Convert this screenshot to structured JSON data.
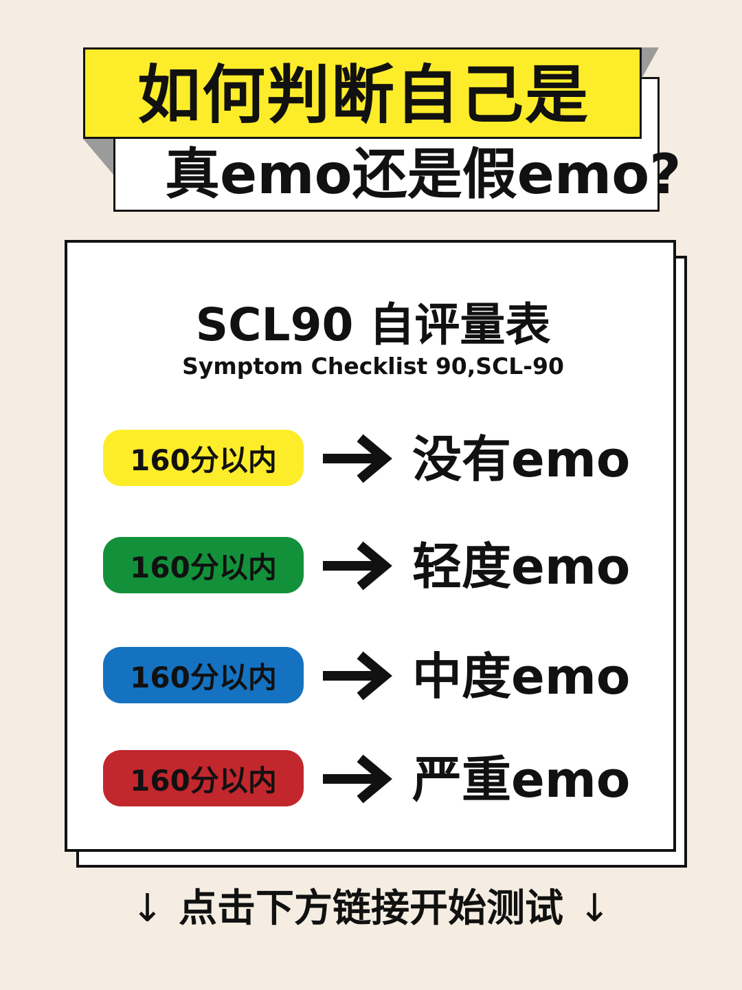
{
  "title": {
    "line1": "如何判断自己是",
    "line2": "真emo还是假emo?"
  },
  "card": {
    "title": "SCL90 自评量表",
    "subtitle": "Symptom Checklist 90,SCL-90",
    "rows": [
      {
        "score": "160分以内",
        "result": "没有emo",
        "color": "#fdec2a"
      },
      {
        "score": "160分以内",
        "result": "轻度emo",
        "color": "#13913a"
      },
      {
        "score": "160分以内",
        "result": "中度emo",
        "color": "#1572c1"
      },
      {
        "score": "160分以内",
        "result": "严重emo",
        "color": "#c2272d"
      }
    ],
    "arrow_icon": "right-arrow-icon"
  },
  "footer": {
    "left_arrow": "↓",
    "text": "点击下方链接开始测试",
    "right_arrow": "↓"
  },
  "colors": {
    "background": "#f5ede1",
    "banner_yellow": "#fdec2a",
    "fold_gray": "#9b9b9b",
    "ink": "#111111"
  }
}
